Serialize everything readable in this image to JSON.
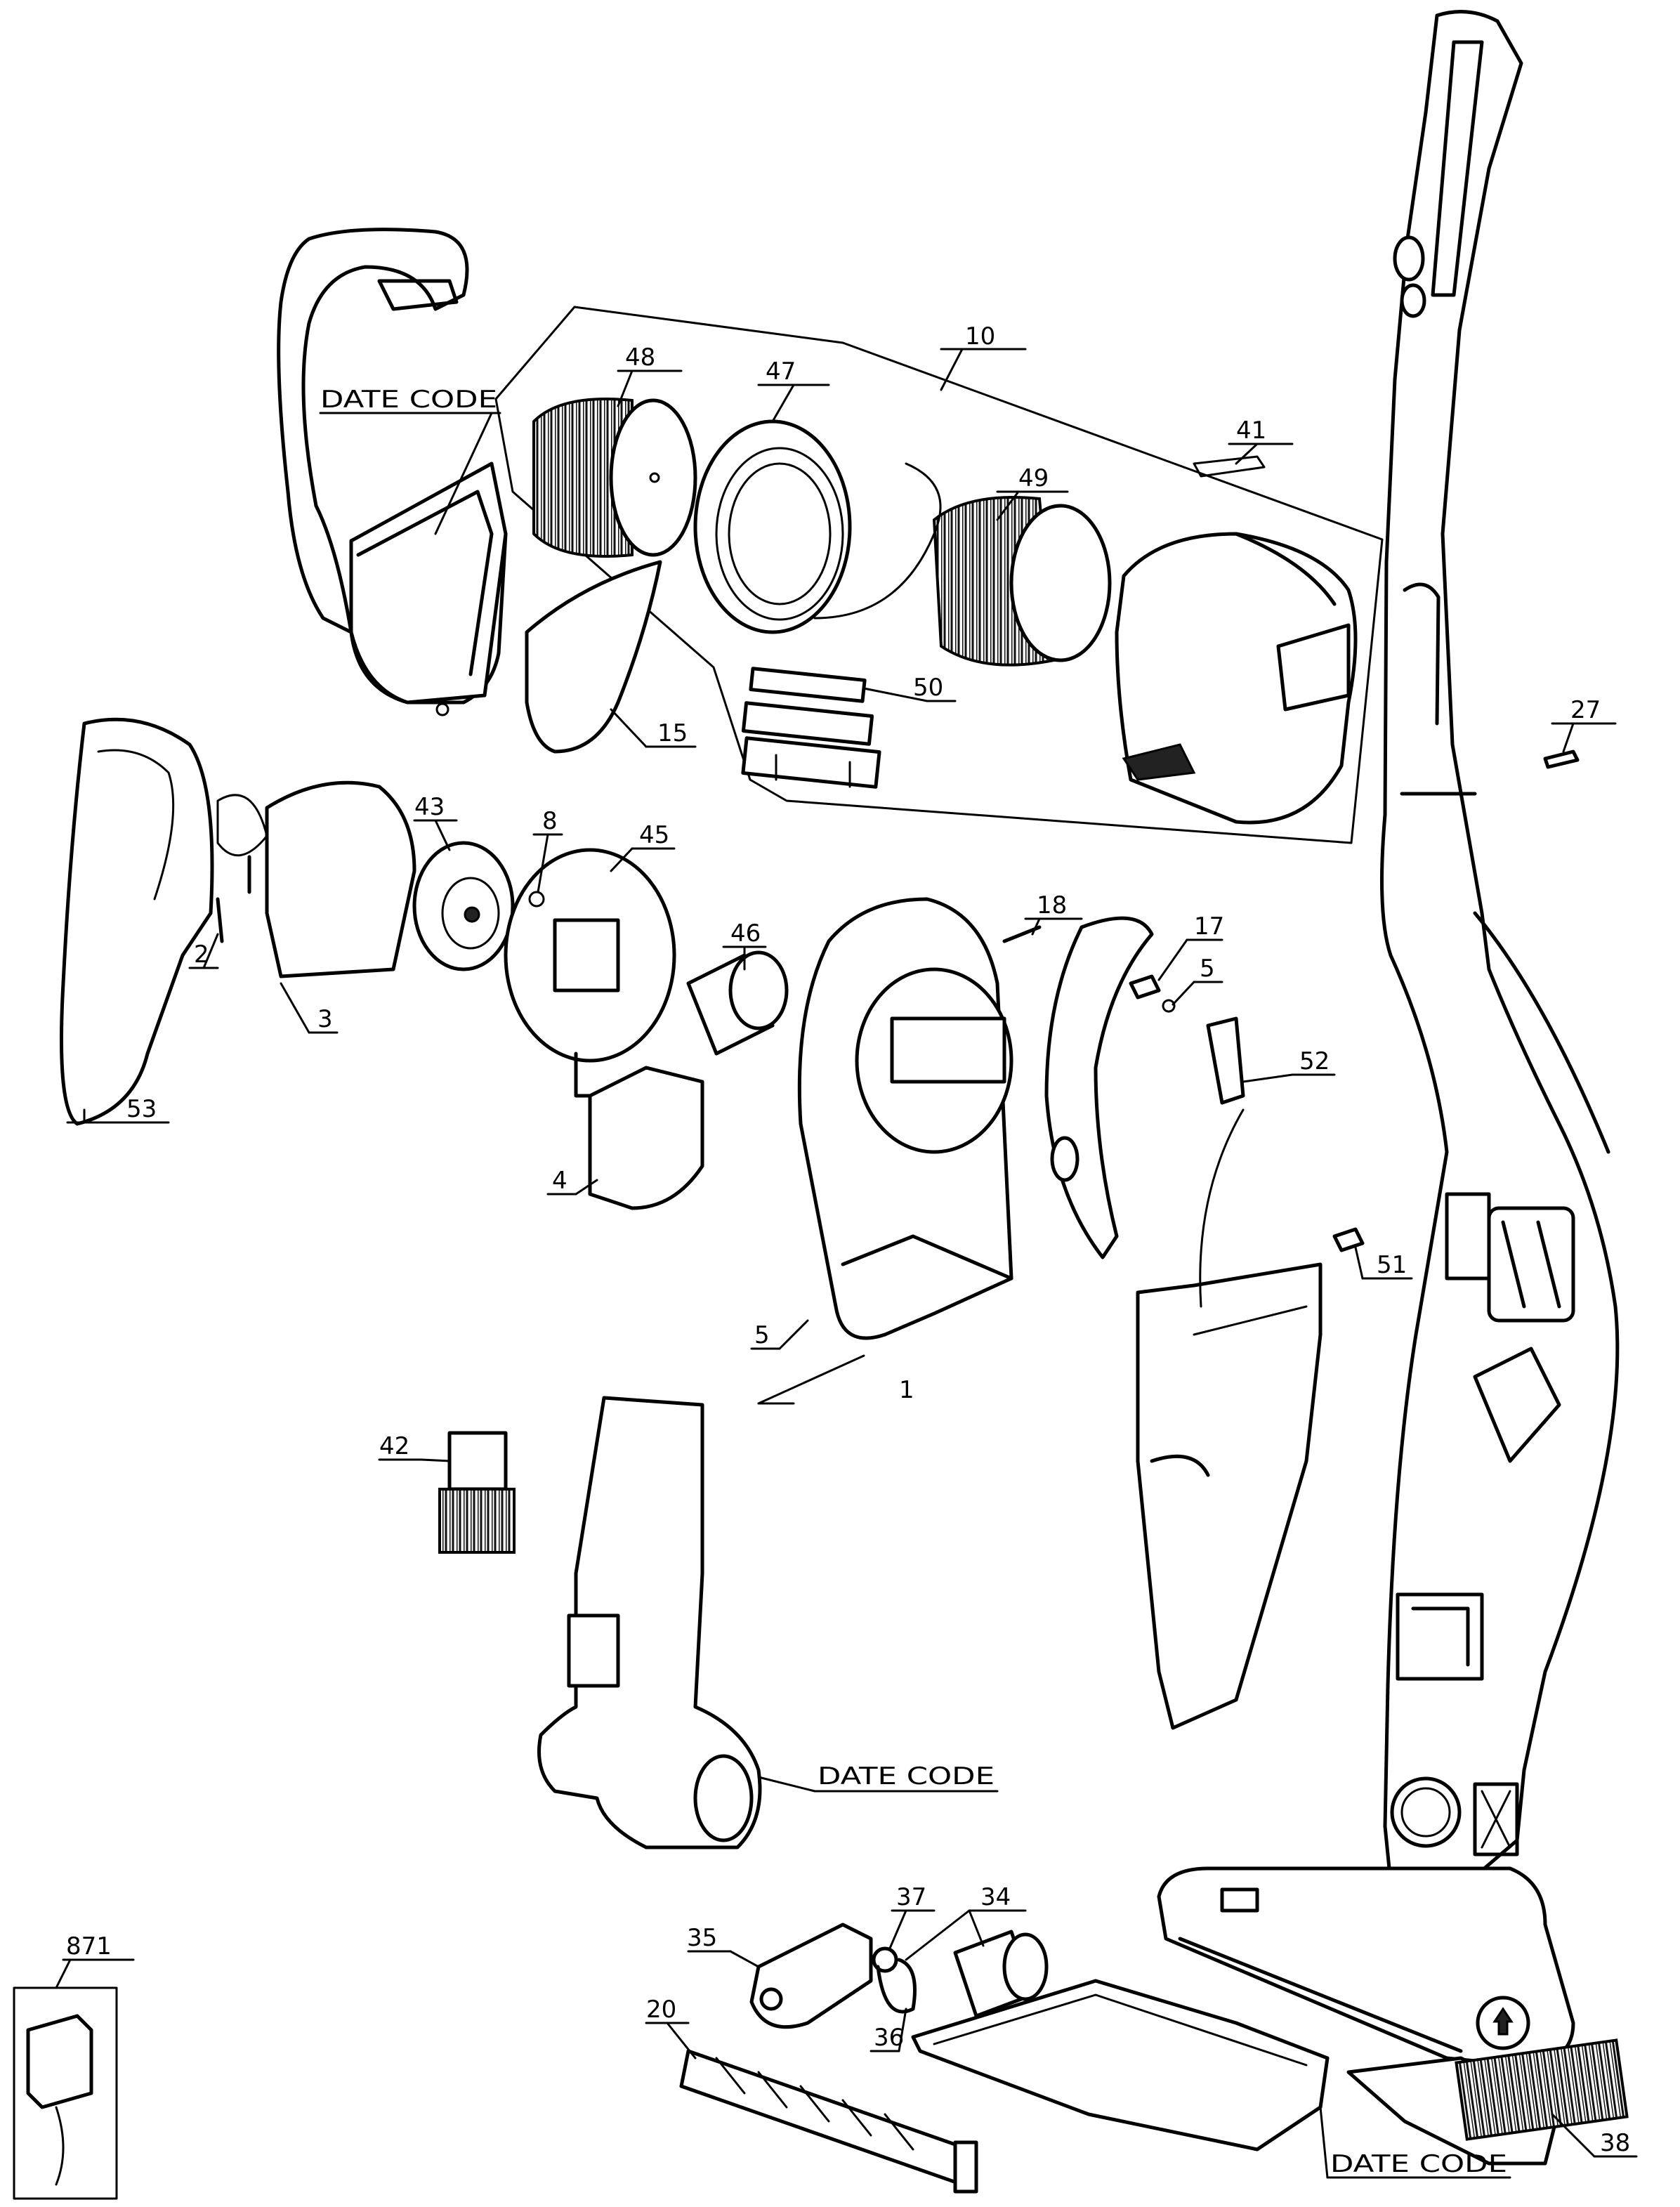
{
  "callouts": {
    "c10": "10",
    "c48": "48",
    "c47": "47",
    "c41": "41",
    "c49": "49",
    "c50": "50",
    "c15": "15",
    "c27": "27",
    "c43": "43",
    "c8": "8",
    "c45": "45",
    "c46": "46",
    "c2": "2",
    "c3": "3",
    "c53": "53",
    "c4": "4",
    "c18": "18",
    "c17": "17",
    "c5a": "5",
    "c5b": "5",
    "c52": "52",
    "c51": "51",
    "c1": "1",
    "c42": "42",
    "c37": "37",
    "c34": "34",
    "c35": "35",
    "c36": "36",
    "c20": "20",
    "c38": "38",
    "c871": "871"
  },
  "date_code_labels": {
    "d1": "DATE CODE",
    "d2": "DATE CODE",
    "d3": "DATE CODE"
  }
}
